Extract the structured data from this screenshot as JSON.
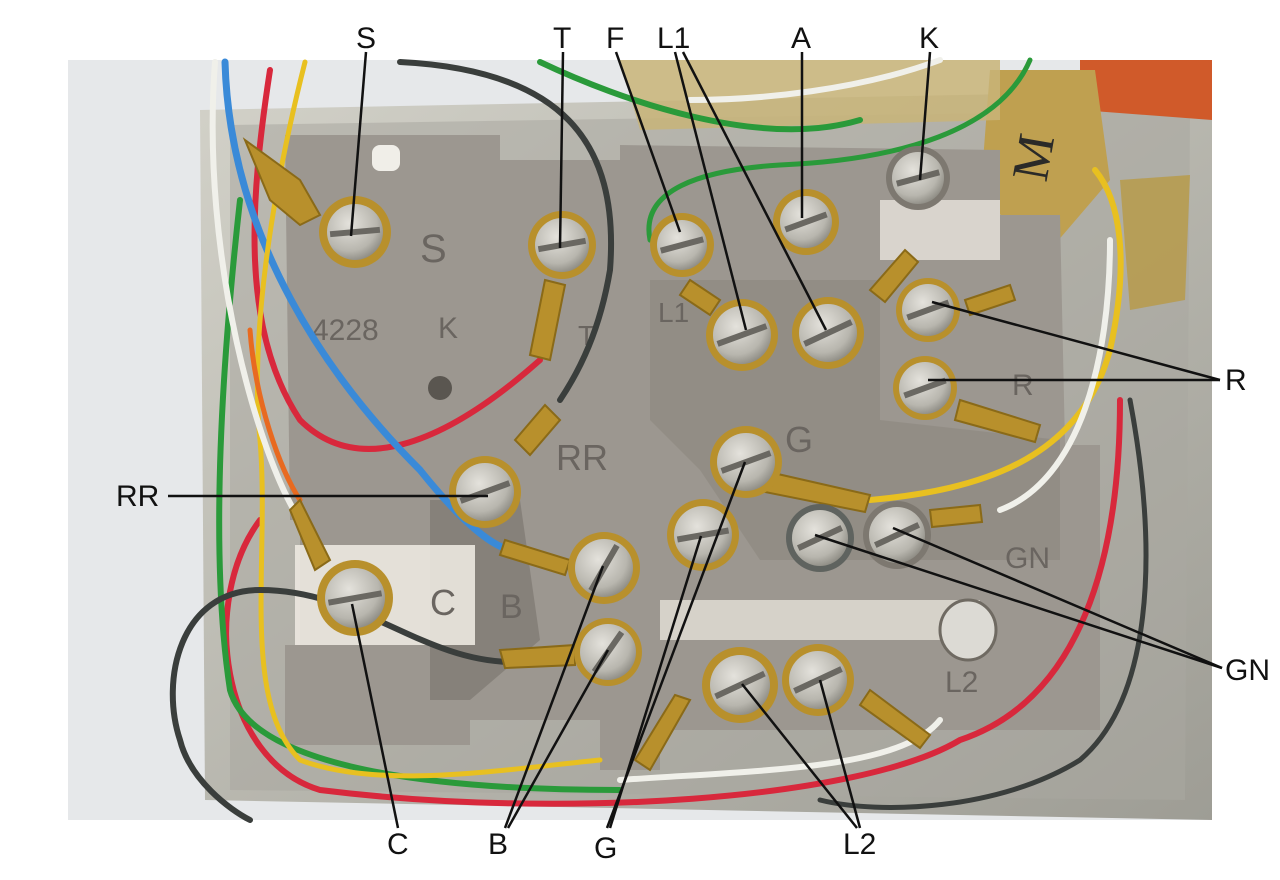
{
  "photo": {
    "subject": "telephone-network-interface-terminal-block",
    "colors": {
      "background": "#ffffff",
      "backdrop": "#e6e8ea",
      "plastic": "#9c9790",
      "plastic_shadow": "#7d7870",
      "metal_box": "#b9b8b0",
      "brass": "#b8902c",
      "screw": "#c8c6c0",
      "orange_tab": "#d05a2a",
      "wire_red": "#d8283c",
      "wire_green": "#2a9a3a",
      "wire_yellow": "#e8c020",
      "wire_blue": "#3a8ad8",
      "wire_black": "#3a3e3c",
      "wire_white": "#f0f0ea",
      "wire_orange": "#e86a20",
      "callout_line": "#111111"
    },
    "molded_markings": {
      "S": "S",
      "part_number": "4228",
      "K": "K",
      "T": "T",
      "L1": "L1",
      "RR": "RR",
      "G": "G",
      "R": "R",
      "C": "C",
      "B": "B",
      "GN": "GN",
      "L2": "L2",
      "handwritten": "M"
    }
  },
  "callouts": {
    "S": "S",
    "T": "T",
    "F": "F",
    "L1": "L1",
    "A": "A",
    "K": "K",
    "R": "R",
    "RR": "RR",
    "GN": "GN",
    "C": "C",
    "B": "B",
    "G": "G",
    "L2": "L2"
  }
}
